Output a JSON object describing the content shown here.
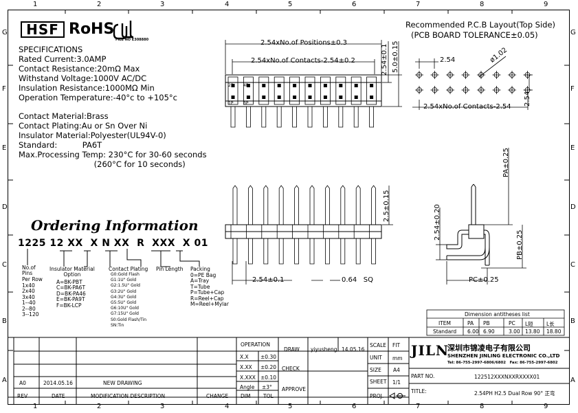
{
  "grid": {
    "columns": [
      "1",
      "2",
      "3",
      "4",
      "5",
      "6",
      "7",
      "8",
      "9"
    ],
    "rows": [
      "G",
      "F",
      "E",
      "D",
      "C",
      "B",
      "A"
    ]
  },
  "logos": {
    "hsf": "HSF",
    "rohs": "RoHS",
    "ul_file": "FILE NO E308880"
  },
  "specifications": {
    "title": "SPECIFICATIONS",
    "lines": [
      "Rated  Current:3.0AMP",
      "Contact Resistance:20mΩ  Max",
      "Withstand Voltage:1000V AC/DC",
      "Insulation Resistance:1000MΩ  Min",
      "Operation  Temperature:-40°c  to  +105°c"
    ],
    "material_lines": [
      "Contact Material:Brass",
      "Contact Plating:Au or Sn Over Ni",
      "Insulator Material:Polyester(UL94V-0)",
      "Standard:          PA6T",
      "Max.Processing Temp: 230°C for 30-60 seconds",
      "                              (260°C for 10 seconds)"
    ]
  },
  "ordering": {
    "title": "Ordering Information",
    "code": "1225 12 XX  X N XX  R  XXX  X 01",
    "no_of_pins": {
      "label": "No.of\nPins\nPer Row",
      "values": "1x40\n2x40\n3x40\n1--40\n2--80\n3--120"
    },
    "insulator": {
      "label": "Insulator Material\nOption",
      "values": "A=BK-PBT\nC=BK-PA6T\nD=BK-PA46\nE=BK-PA9T\nF=BK-LCP"
    },
    "plating": {
      "label": "Contact Plating",
      "values": "G0:Gold Flash\nG1:1U\" Gold\nG2:1.5U\" Gold\nG3:2U\" Gold\nG4:3U\" Gold\nG5:5U\" Gold\nG6:10U\" Gold\nG7:15U\" Gold\nS0:Gold Flash/Tin\nSN:Tin"
    },
    "pin_length": {
      "label": "Pin Length"
    },
    "packing": {
      "label": "Packing",
      "values": "0=PE Bag\nA=Tray\nT=Tube\nP=Tube+Cap\nR=Reel+Cap\nM=Reel+Mylar"
    }
  },
  "drawing_dims": {
    "positions": "2.54xNo.of  Positions±0.3",
    "contacts": "2.54xNo.of  Contacts-2.54±0.2",
    "v1": "2.54±0.1",
    "v2": "5.0±0.15",
    "v3": "2.5±0.15",
    "pitch": "2.54±0.1",
    "sq": "0.64   SQ",
    "pa": "PA±0.25",
    "pb": "PB±0.25",
    "pc": "PC±0.25",
    "side": "2.54±0.20",
    "pin_labels": [
      "2P",
      "4P",
      "1P",
      "3P"
    ]
  },
  "pcb": {
    "title": "Recommended  P.C.B  Layout(Top  Side)",
    "tolerance": "(PCB  BOARD  TOLERANCE±0.05)",
    "d1": "2.54",
    "d2": "ø1.02",
    "d3": "2.54",
    "d4": "2.54xNo.of  Contacts-2.54"
  },
  "dimension_table": {
    "title": "Dimension  antitheses  list",
    "headers": [
      "ITEM",
      "PA",
      "PB",
      "PC",
      "L短",
      "L长"
    ],
    "row": [
      "Standard",
      "6.00",
      "6.90",
      "3.00",
      "13.80",
      "18.80"
    ]
  },
  "title_block": {
    "operation": "OPERATION",
    "tolerances": [
      [
        "X.X",
        "±0.30"
      ],
      [
        "X.XX",
        "±0.20"
      ],
      [
        "X.XXX",
        "±0.10"
      ],
      [
        "Angle",
        "±3°"
      ]
    ],
    "dim": "DIM",
    "tol": "TOL",
    "draw": "DRAW",
    "drawer": "yiyusheng",
    "draw_date": "14.05.16",
    "check": "CHECK",
    "approve": "APPROVE",
    "scale": "SCALE",
    "scale_val": "FIT",
    "unit": "UNIT",
    "unit_val": "mm",
    "size": "SIZE",
    "size_val": "A4",
    "sheet": "SHEET",
    "sheet_val": "1/1",
    "proj": "PROJ.",
    "company_logo": "JILN",
    "company_cn": "深圳市锦凌电子有限公司",
    "company_en": "SHENZHEN JINLING ELECTRONIC CO.,LTD",
    "company_tel": "Tel: 86-755-2997-6806/6802   Fax: 86-755-2997-6802",
    "part_no_label": "PART NO.",
    "part_no": "122512XXXNXXRXXXX01",
    "title_label": "TITLE:",
    "title": "2.54PH H2.5 Dual Row 90° 正弯",
    "rev_row": {
      "rev": "A0",
      "date": "2014.05.16",
      "desc": "NEW DRAWING"
    },
    "rev_header": {
      "rev": "REV",
      "date": "DATE",
      "desc": "MODIFICATION  DESCRIPTION",
      "change": "CHANGE"
    }
  }
}
